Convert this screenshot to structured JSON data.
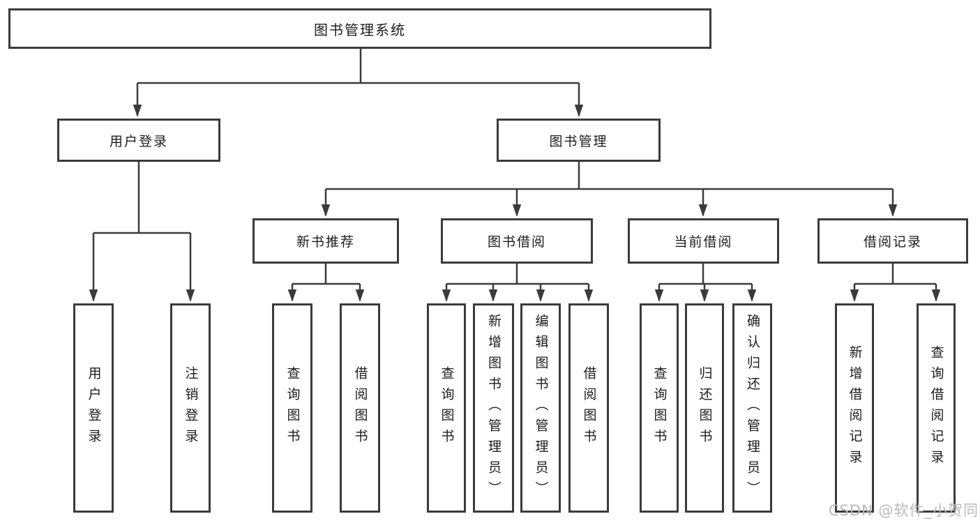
{
  "diagram": {
    "root": {
      "label": "图书管理系统"
    },
    "branches": {
      "user_login": {
        "label": "用户登录",
        "children": [
          {
            "label": "用户登录"
          },
          {
            "label": "注销登录"
          }
        ]
      },
      "book_management": {
        "label": "图书管理",
        "children": [
          {
            "label": "新书推荐",
            "children": [
              {
                "label": "查询图书"
              },
              {
                "label": "借阅图书"
              }
            ]
          },
          {
            "label": "图书借阅",
            "children": [
              {
                "label": "查询图书"
              },
              {
                "label": "新增图书（管理员）"
              },
              {
                "label": "编辑图书（管理员）"
              },
              {
                "label": "借阅图书"
              }
            ]
          },
          {
            "label": "当前借阅",
            "children": [
              {
                "label": "查询图书"
              },
              {
                "label": "归还图书"
              },
              {
                "label": "确认归还（管理员）"
              }
            ]
          },
          {
            "label": "借阅记录",
            "children": [
              {
                "label": "新增借阅记录"
              },
              {
                "label": "查询借阅记录"
              }
            ]
          }
        ]
      }
    }
  },
  "colors": {
    "line": "#3b3b3b",
    "text": "#1c1c1c",
    "watermark": "#b9b9b9"
  },
  "watermark": "CSDN @软件_小贺同学"
}
